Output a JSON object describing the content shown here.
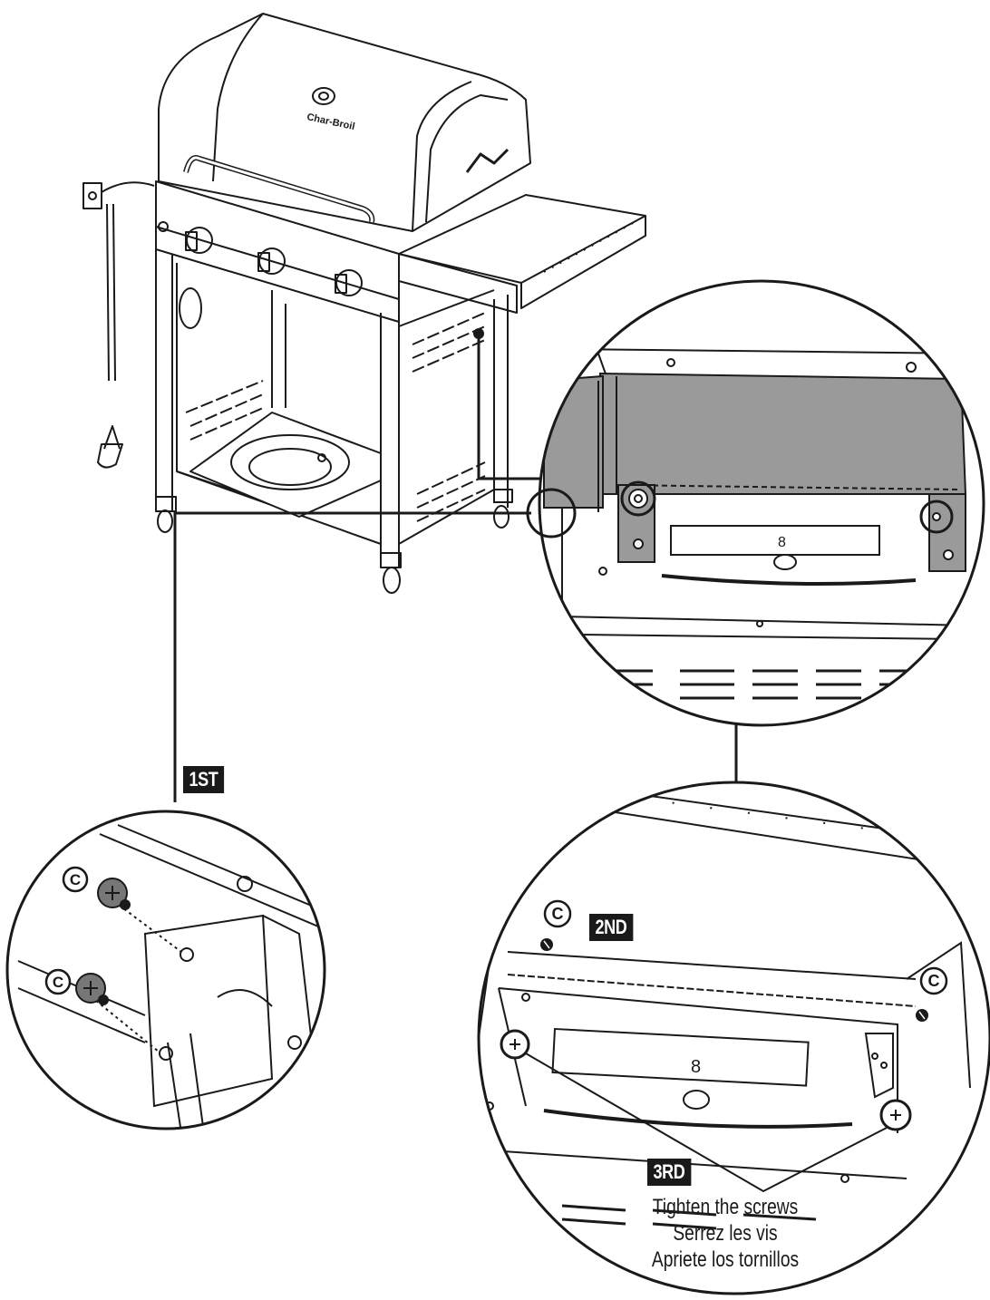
{
  "brand": {
    "lid_logo": "Char-Broil"
  },
  "steps": {
    "first": "1ST",
    "second": "2ND",
    "third": "3RD"
  },
  "part_label": "C",
  "instruction": {
    "en": "Tighten the screws",
    "fr": "Serrez les vis",
    "es": "Apriete los tornillos"
  },
  "colors": {
    "ink": "#1a1a1a",
    "panel_fill": "#9a9a9a",
    "screw_fill": "#777777",
    "paper": "#ffffff"
  }
}
